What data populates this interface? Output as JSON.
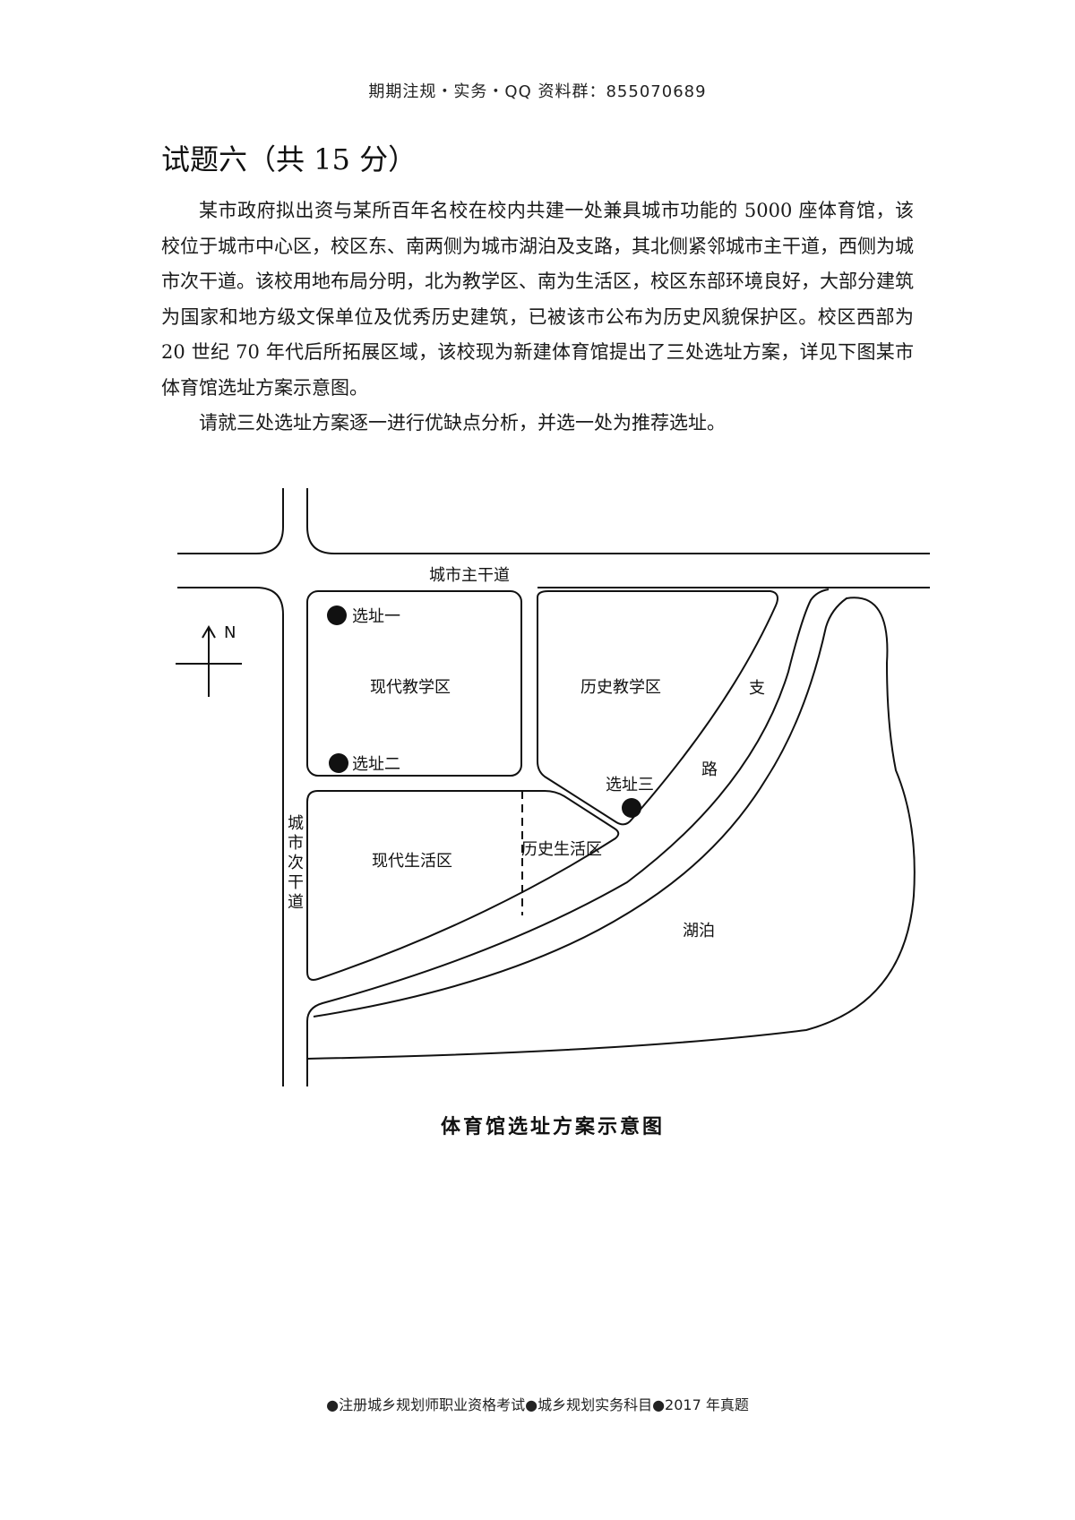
{
  "header": "期期注规・实务・QQ 资料群：855070689",
  "question": {
    "title": "试题六（共 15 分）",
    "paragraph1": "某市政府拟出资与某所百年名校在校内共建一处兼具城市功能的 5000 座体育馆，该校位于城市中心区，校区东、南两侧为城市湖泊及支路，其北侧紧邻城市主干道，西侧为城市次干道。该校用地布局分明，北为教学区、南为生活区，校区东部环境良好，大部分建筑为国家和地方级文保单位及优秀历史建筑，已被该市公布为历史风貌保护区。校区西部为 20 世纪 70 年代后所拓展区域，该校现为新建体育馆提出了三处选址方案，详见下图某市体育馆选址方案示意图。",
    "paragraph2": "请就三处选址方案逐一进行优缺点分析，并选一处为推荐选址。"
  },
  "map": {
    "main_road": "城市主干道",
    "secondary_road": "城市次干道",
    "north": "N",
    "modern_teaching": "现代教学区",
    "historic_teaching": "历史教学区",
    "modern_living": "现代生活区",
    "historic_living": "历史生活区",
    "branch_road_char1": "支",
    "branch_road_char2": "路",
    "lake": "湖泊",
    "site1": "选址一",
    "site2": "选址二",
    "site3": "选址三",
    "caption": "体育馆选址方案示意图"
  },
  "footer": "●注册城乡规划师职业资格考试●城乡规划实务科目●2017 年真题"
}
